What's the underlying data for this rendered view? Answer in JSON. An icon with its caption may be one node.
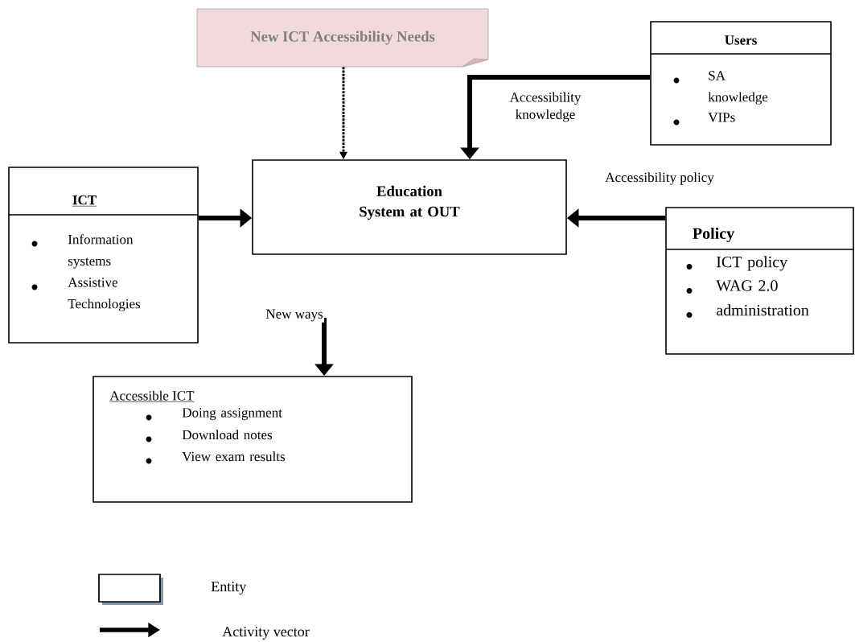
{
  "diagram": {
    "nodes": [
      {
        "text": [
          "New ICT Accessibility Needs"
        ]
      },
      {
        "text": [
          "Users",
          "SA knowledge",
          "VIPs"
        ]
      },
      {
        "text": [
          "Education System at OUT"
        ]
      },
      {
        "text": [
          "ICT",
          "Information systems",
          "Assistive Technologies"
        ]
      },
      {
        "text": [
          "Policy",
          "ICT policy",
          "WAG 2.0",
          "administration"
        ]
      },
      {
        "text": [
          "Accessible ICT",
          "Doing assignment",
          "Download notes",
          "View exam results"
        ]
      }
    ],
    "edges": [
      {
        "from": 0,
        "to": 2,
        "arrow": "to",
        "style": "dashed"
      },
      {
        "from": 1,
        "to": 2,
        "arrow": "to",
        "label": "Accessibility knowledge"
      },
      {
        "from": 3,
        "to": 2,
        "arrow": "to"
      },
      {
        "from": 4,
        "to": 2,
        "arrow": "to",
        "label": "Accessibility policy"
      },
      {
        "from": null,
        "to": 5,
        "arrow": "to",
        "label": "New ways"
      }
    ],
    "legend": [
      {
        "text": "Entity"
      },
      {
        "text": "Activity vector"
      }
    ]
  }
}
